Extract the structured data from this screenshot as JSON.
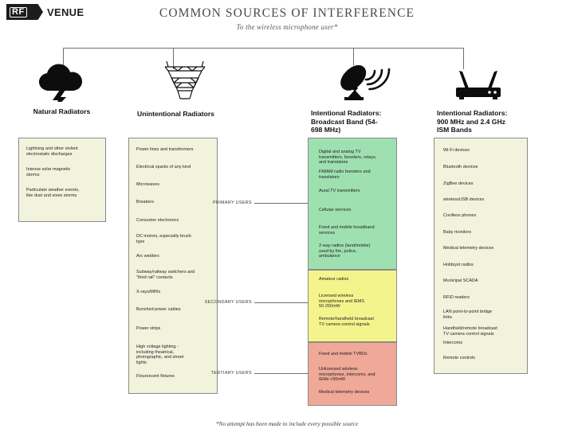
{
  "brand": {
    "mark_text": "RF",
    "word": "VENUE"
  },
  "header": {
    "title": "COMMON SOURCES OF INTERFERENCE",
    "subtitle": "To the wireless microphone user*"
  },
  "footnote": "*No attempt has been made to include every possible source",
  "tiers": [
    {
      "label": "PRIMARY USERS"
    },
    {
      "label": "SECONDARY USERS"
    },
    {
      "label": "TERTIARY USERS"
    }
  ],
  "columns": [
    {
      "id": "natural",
      "icon": "storm-cloud-icon",
      "header": "Natural Radiators",
      "groups": [
        {
          "color": "#f2f3dd",
          "items": [
            "Lightning and other violent\nelectrostatic discharges",
            "Intense solar magnetic\nstorms",
            "Particulate weather events,\nlike dust and snow storms"
          ]
        }
      ]
    },
    {
      "id": "unintentional",
      "icon": "transmission-tower-icon",
      "header": "Unintentional Radiators",
      "groups": [
        {
          "color": "#f2f3dd",
          "items": [
            "Power lines and transformers",
            "Electrical sparks of any kind",
            "Microwaves",
            "Breakers",
            "Consumer electronics",
            "DC motors, especially brush\ntype",
            "Arc welders",
            "Subway/railway switchers and\n\"third rail\" contacts",
            "X-rays/MRIs",
            "Bunched power cables",
            "Power strips",
            "High voltage lighting -\nincluding theatrical,\nphotographic, and street\nlights",
            "Flourescent fixtures"
          ]
        }
      ]
    },
    {
      "id": "intentional-broadcast",
      "icon": "satellite-dish-icon",
      "header": "Intentional Radiators:\nBroadcast Band (54-\n698 MHz)",
      "groups": [
        {
          "color": "#9fe0b0",
          "tier": "PRIMARY USERS",
          "items": [
            "Digital and analog TV\ntransmitters, boosters, relays,\nand translators",
            "FM/AM radio boosters and\ntranslators",
            "Aural TV transmitters",
            "Cellular services",
            "Fixed and mobile broadband\nservices",
            "2-way radios (land/mobile)\nused by fire, police,\nambulance"
          ]
        },
        {
          "color": "#f4f48d",
          "tier": "SECONDARY USERS",
          "items": [
            "Amateur radios",
            "Licensed wireless\nmicrophones and IEMS\n50-250mW",
            "Remote/handheld broadcast\nTV camera control signals"
          ]
        },
        {
          "color": "#f0a898",
          "tier": "TERTIARY USERS",
          "items": [
            "Fixed and mobile TVBDs",
            "Unlicensed wireless\nmicrophones, intercoms, and\nIEMs <50mW",
            "Medical telemetry devices"
          ]
        }
      ]
    },
    {
      "id": "intentional-ism",
      "icon": "wireless-router-icon",
      "header": "Intentional Radiators:\n900 MHz and 2.4 GHz\nISM Bands",
      "groups": [
        {
          "color": "#f2f3dd",
          "items": [
            "Wi-Fi devices",
            "Bluetooth devices",
            "ZigBee devices",
            "wirelessUSB devices",
            "Cordless phones",
            "Baby monitors",
            "Medical telemetry devices",
            "Hobbiyst radios",
            "Municipal SCADA",
            "RFID readers",
            "LAN point-to-point bridge\nlinks",
            "Handheld/remote broadcast\nTV camera control signals",
            "Intercoms",
            "Remote controls"
          ]
        }
      ]
    }
  ],
  "colors": {
    "primary_band": "#9fe0b0",
    "secondary_band": "#f4f48d",
    "tertiary_band": "#f0a898",
    "neutral_box": "#f2f3dd",
    "line": "#6f6f6f"
  }
}
